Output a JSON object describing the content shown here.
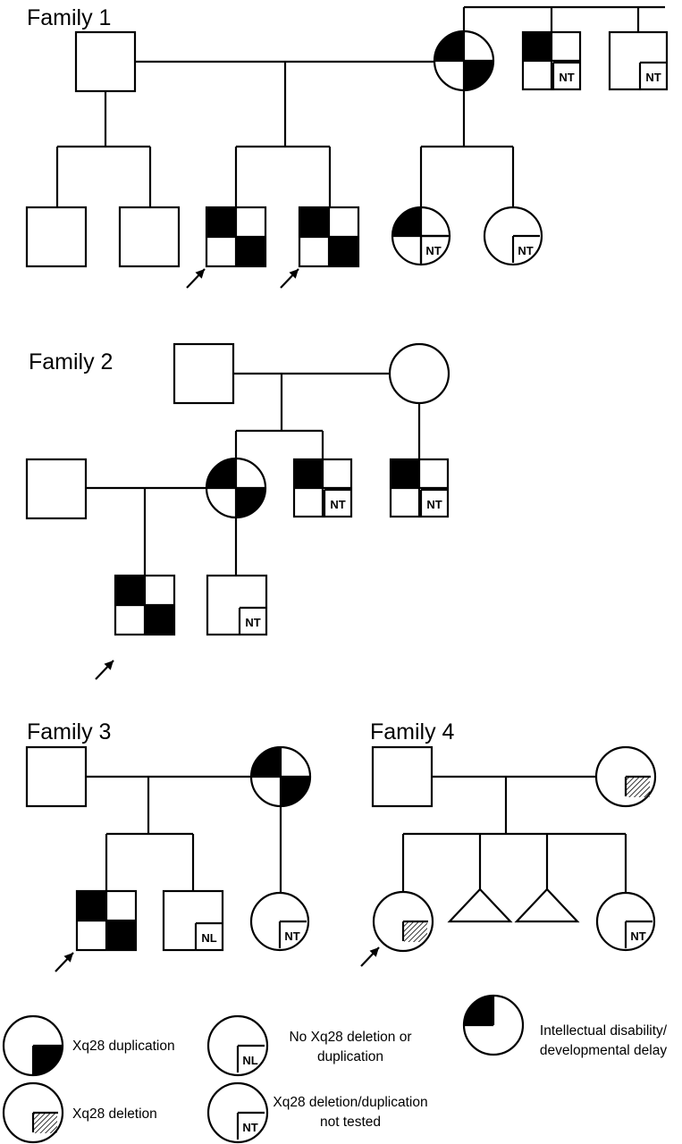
{
  "families": [
    {
      "title": "Family 1"
    },
    {
      "title": "Family 2"
    },
    {
      "title": "Family 3"
    },
    {
      "title": "Family 4"
    }
  ],
  "codes": {
    "not_tested": "NT",
    "normal": "NL"
  },
  "legend": {
    "duplication": [
      "Xq28 duplication"
    ],
    "deletion": [
      "Xq28 deletion"
    ],
    "normal": [
      "No Xq28 deletion or",
      "duplication"
    ],
    "not_tested": [
      "Xq28 deletion/duplication",
      "not tested"
    ],
    "affected": [
      "Intellectual disability/",
      "developmental delay"
    ]
  },
  "colors": {
    "ink": "#000000",
    "background": "#ffffff"
  }
}
